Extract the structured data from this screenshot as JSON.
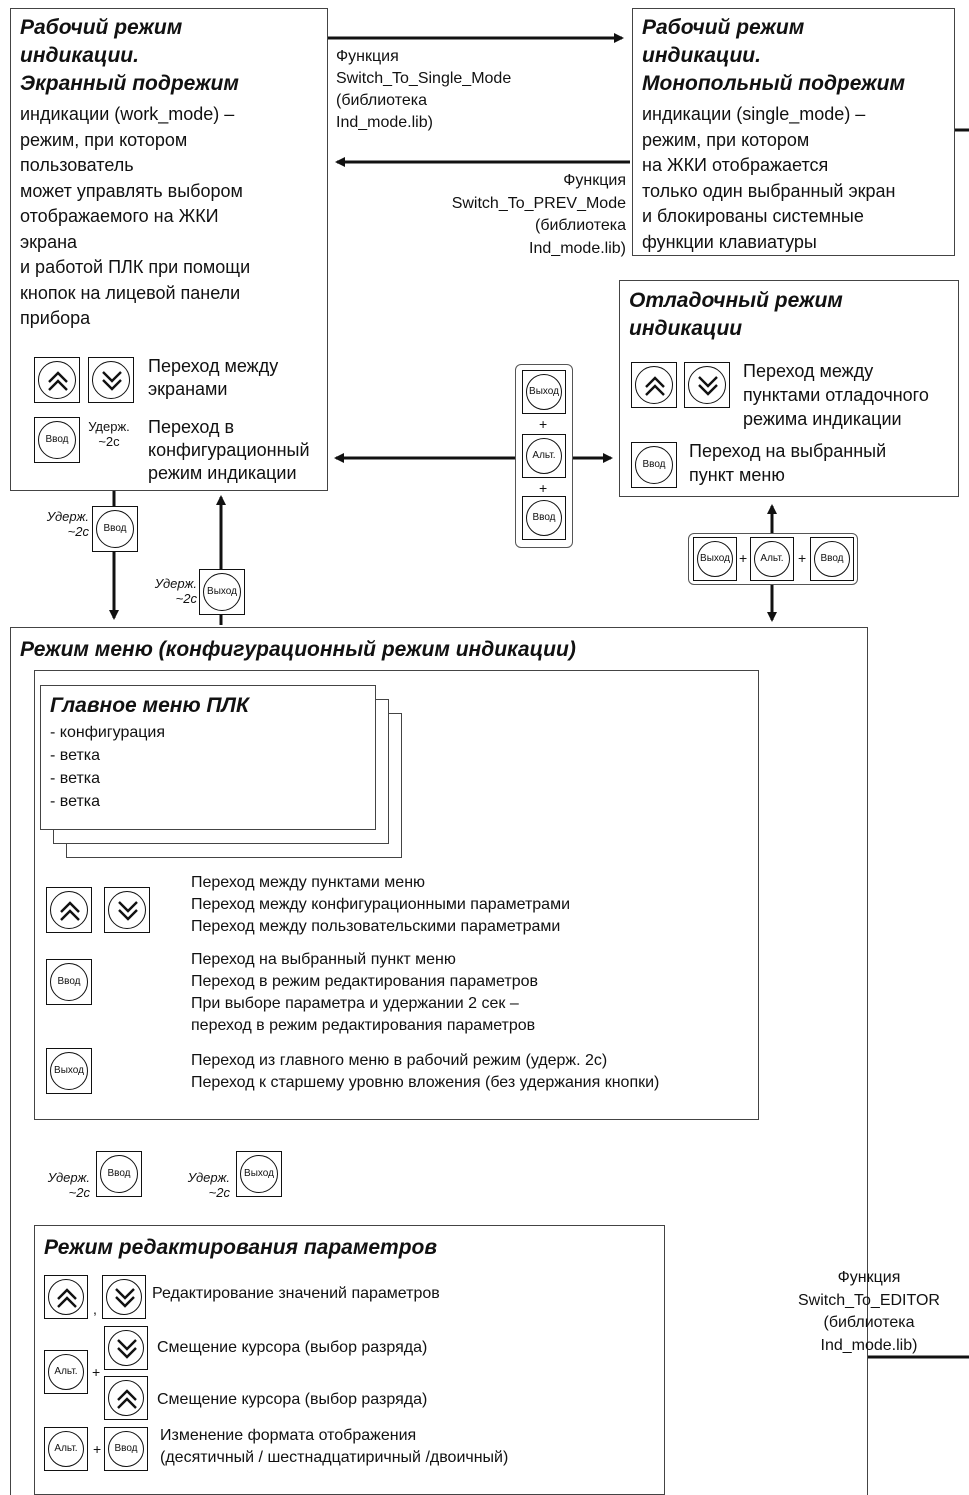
{
  "work_box": {
    "title": "Рабочий режим\nиндикации.\nЭкранный подрежим",
    "body": "индикации (work_mode) –\nрежим, при котором\nпользователь\nможет управлять выбором\nотображаемого на ЖКИ\nэкрана\nи работой ПЛК при помощи\nкнопок на лицевой панели\nприбора",
    "nav_text": "Переход между\nэкранами",
    "hold_label": "Удерж.\n~2с",
    "config_text": "Переход в\nконфигурационный\nрежим индикации"
  },
  "single_box": {
    "title": "Рабочий режим\nиндикации.\nМонопольный подрежим",
    "body": "индикации (single_mode) –\nрежим, при котором\nна ЖКИ отображается\nтолько один выбранный экран\nи блокированы системные\nфункции клавиатуры"
  },
  "func_single": "Функция\nSwitch_To_Single_Mode\n(библиотека\nInd_mode.lib)",
  "func_prev": "Функция\nSwitch_To_PREV_Mode\n(библиотека\nInd_mode.lib)",
  "debug_box": {
    "title": "Отладочный режим\nиндикации",
    "nav_text": "Переход между\nпунктами отладочного\nрежима индикации",
    "enter_text": "Переход на выбранный\nпункт меню"
  },
  "keys": {
    "enter": "Ввод",
    "exit": "Выход",
    "alt": "Альт.",
    "plus": "+",
    "comma": ","
  },
  "hold_label": "Удерж.\n~2с",
  "menu_box": {
    "title": "Режим меню (конфигурационный режим индикации)",
    "main_menu_title": "Главное меню ПЛК",
    "main_menu_items": [
      "- конфигурация",
      "- ветка",
      "- ветка",
      "- ветка"
    ],
    "nav_text": "Переход между пунктами меню\nПереход между конфигурационными параметрами\nПереход между пользовательскими параметрами",
    "enter_text": "Переход на выбранный пункт меню\nПереход в режим редактирования параметров\nПри выборе параметра и удержании 2 сек –\nпереход в режим редактирования параметров",
    "exit_text": "Переход из главного меню в рабочий режим (удерж.  2с)\nПереход к старшему уровню вложения (без удержания кнопки)"
  },
  "edit_box": {
    "title": "Режим редактирования параметров",
    "edit_text": "Редактирование значений параметров",
    "cursor_text_1": "Смещение курсора (выбор разряда)",
    "cursor_text_2": "Смещение курсора (выбор разряда)",
    "format_text": "Изменение формата отображения\n(десятичный / шестнадцатиричный /двоичный)"
  },
  "func_editor": "Функция\nSwitch_To_EDITOR\n(библиотека\nInd_mode.lib)"
}
